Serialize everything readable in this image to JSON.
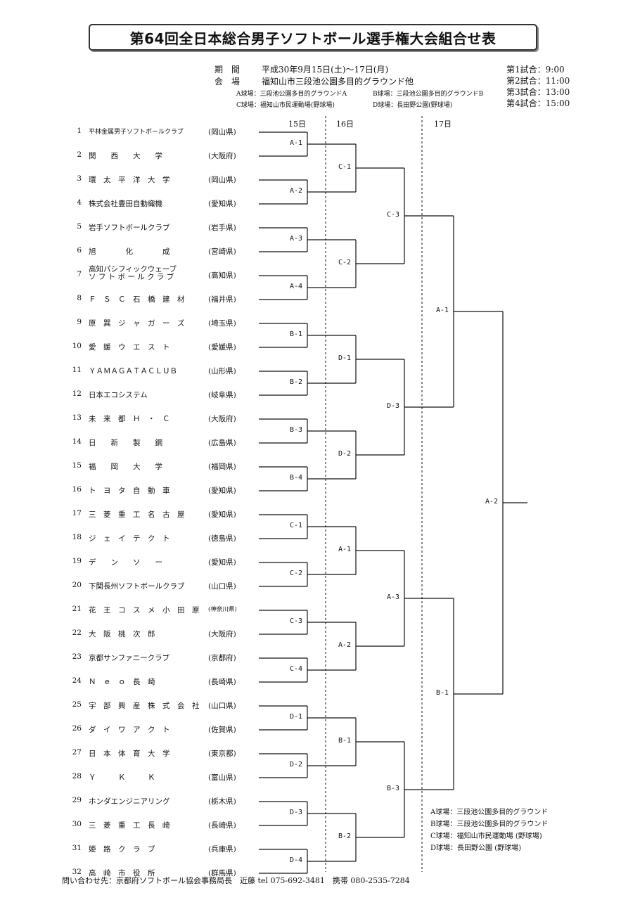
{
  "title": "第64回全日本総合男子ソフトボール選手権大会組合せ表",
  "info": {
    "period_label": "期　間",
    "period_value": "平成30年9月15日(土)～17日(月)",
    "venue_label": "会　場",
    "venue_value": "福知山市三段池公園多目的グラウンド他",
    "venue_a": "A球場：三段池公園多目的グラウンドA",
    "venue_b": "B球場：三段池公園多目的グラウンドB",
    "venue_c": "C球場：福知山市民運動場(野球場)",
    "venue_d": "D球場：長田野公園(野球場)"
  },
  "schedule": [
    "第1試合：9:00",
    "第2試合：11:00",
    "第3試合：13:00",
    "第4試合：15:00"
  ],
  "days": [
    "15日",
    "16日",
    "17日"
  ],
  "teams": [
    {
      "num": "1",
      "name": "平林金属男子ソフトボールクラブ",
      "pref": "(岡山県)"
    },
    {
      "num": "2",
      "name": "関　　西　　大　　学",
      "pref": "(大阪府)"
    },
    {
      "num": "3",
      "name": "環　太　平　洋　大　学",
      "pref": "(岡山県)"
    },
    {
      "num": "4",
      "name": "株式会社豊田自動織機",
      "pref": "(愛知県)"
    },
    {
      "num": "5",
      "name": "岩手ソフトボールクラブ",
      "pref": "(岩手県)"
    },
    {
      "num": "6",
      "name": "旭　　　　化　　　　成",
      "pref": "(宮崎県)"
    },
    {
      "num": "7",
      "name": "高知パシフィックウェーブ\nソ フ ト ボ ー ル ク ラ ブ",
      "pref": "(高知県)"
    },
    {
      "num": "8",
      "name": "Ｆ　Ｓ　Ｃ　石　橋　建　材",
      "pref": "(福井県)"
    },
    {
      "num": "9",
      "name": "原　巽　ジ　ャ　ガ　ー　ズ",
      "pref": "(埼玉県)"
    },
    {
      "num": "10",
      "name": "愛　媛　ウ　エ　ス　ト",
      "pref": "(愛媛県)"
    },
    {
      "num": "11",
      "name": "ＹＡＭＡＧＡＴＡＣＬＵＢ",
      "pref": "(山形県)"
    },
    {
      "num": "12",
      "name": "日本エコシステム",
      "pref": "(岐阜県)"
    },
    {
      "num": "13",
      "name": "未　来　都　Ｈ　・　Ｃ",
      "pref": "(大阪府)"
    },
    {
      "num": "14",
      "name": "日　　新　　製　　鋼",
      "pref": "(広島県)"
    },
    {
      "num": "15",
      "name": "福　　岡　　大　　学",
      "pref": "(福岡県)"
    },
    {
      "num": "16",
      "name": "ト　ヨ　タ　自　動　車",
      "pref": "(愛知県)"
    },
    {
      "num": "17",
      "name": "三　菱　重　工　名　古　屋",
      "pref": "(愛知県)"
    },
    {
      "num": "18",
      "name": "ジ　ェ　イ　テ　ク　ト",
      "pref": "(徳島県)"
    },
    {
      "num": "19",
      "name": "デ　　ン　　ソ　　ー",
      "pref": "(愛知県)"
    },
    {
      "num": "20",
      "name": "下関長州ソフトボールクラブ",
      "pref": "(山口県)"
    },
    {
      "num": "21",
      "name": "花　王　コ　ス　メ　小　田　原",
      "pref": "(神奈川県)"
    },
    {
      "num": "22",
      "name": "大　阪　桃　次　郎",
      "pref": "(大阪府)"
    },
    {
      "num": "23",
      "name": "京都サンファニークラブ",
      "pref": "(京都府)"
    },
    {
      "num": "24",
      "name": "Ｎ　ｅ　ｏ　長　崎",
      "pref": "(長崎県)"
    },
    {
      "num": "25",
      "name": "宇　部　興　産　株　式　会　社",
      "pref": "(山口県)"
    },
    {
      "num": "26",
      "name": "ダ　イ　ワ　ア　ク　ト",
      "pref": "(佐賀県)"
    },
    {
      "num": "27",
      "name": "日　本　体　育　大　学",
      "pref": "(東京都)"
    },
    {
      "num": "28",
      "name": "Ｙ　　　Ｋ　　　Ｋ",
      "pref": "(富山県)"
    },
    {
      "num": "29",
      "name": "ホンダエンジニアリング",
      "pref": "(栃木県)"
    },
    {
      "num": "30",
      "name": "三　菱　重　工　長　崎",
      "pref": "(長崎県)"
    },
    {
      "num": "31",
      "name": "姫　路　ク　ラ　ブ",
      "pref": "(兵庫県)"
    },
    {
      "num": "32",
      "name": "高　崎　市　役　所",
      "pref": "(群馬県)"
    }
  ],
  "round1_labels": [
    "A-1",
    "A-2",
    "A-3",
    "A-4",
    "B-1",
    "B-2",
    "B-3",
    "B-4",
    "C-1",
    "C-2",
    "C-3",
    "C-4",
    "D-1",
    "D-2",
    "D-3",
    "D-4"
  ],
  "round2_labels": [
    "C-1",
    "C-2",
    "D-1",
    "D-2",
    "A-1",
    "A-2",
    "B-1",
    "B-2"
  ],
  "round3_labels": [
    "C-3",
    "D-3",
    "A-3",
    "B-3"
  ],
  "semi_labels": [
    "A-1",
    "B-1"
  ],
  "final_label": "A-2",
  "legend": [
    "A球場：三段池公園多目的グラウンド",
    "B球場：三段池公園多目的グラウンド",
    "C球場：福知山市民運動場 (野球場)",
    "D球場：長田野公園 (野球場)"
  ],
  "footer": "問い合わせ先：京都府ソフトボール協会事務局長　近藤 tel 075-692-3481　携帯 080-2535-7284"
}
